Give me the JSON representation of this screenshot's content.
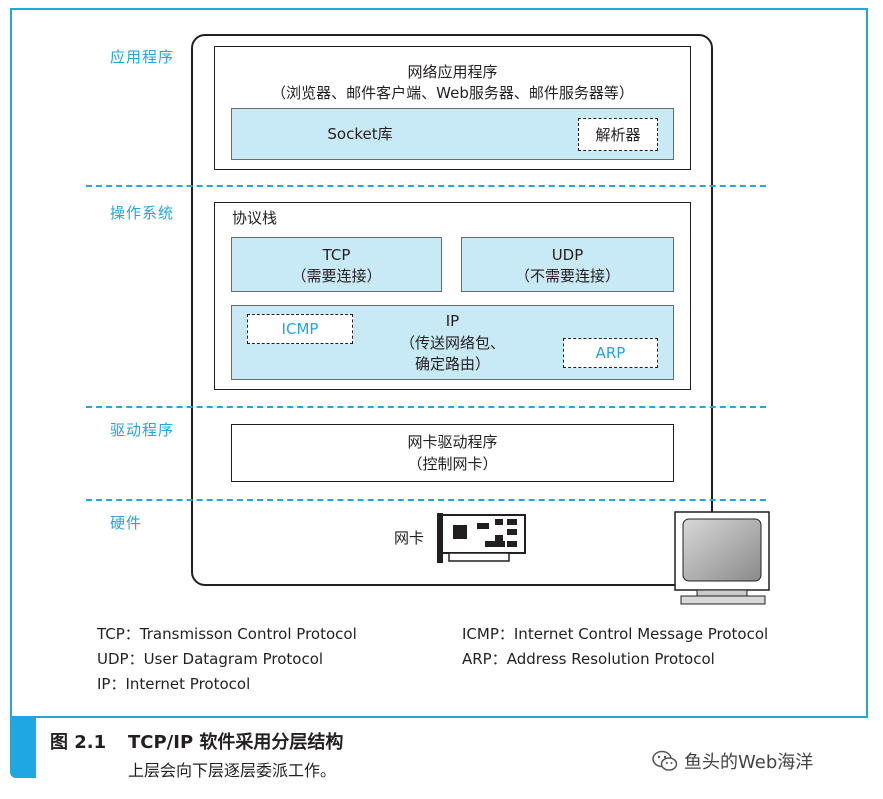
{
  "layers": {
    "application": "应用程序",
    "os": "操作系统",
    "driver": "驱动程序",
    "hardware": "硬件"
  },
  "app_box": {
    "title": "网络应用程序",
    "subtitle": "（浏览器、邮件客户端、Web服务器、邮件服务器等）",
    "socket": "Socket库",
    "resolver": "解析器"
  },
  "stack": {
    "title": "协议栈",
    "tcp": "TCP",
    "tcp_note": "（需要连接）",
    "udp": "UDP",
    "udp_note": "（不需要连接）",
    "ip": "IP",
    "ip_note1": "（传送网络包、",
    "ip_note2": "确定路由）",
    "icmp": "ICMP",
    "arp": "ARP"
  },
  "driver_box": {
    "title": "网卡驱动程序",
    "note": "（控制网卡）"
  },
  "nic_label": "网卡",
  "legend": [
    "TCP：Transmisson Control Protocol",
    "UDP：User Datagram Protocol",
    "IP：Internet Protocol",
    "ICMP：Internet Control Message Protocol",
    "ARP：Address Resolution Protocol"
  ],
  "caption": {
    "label": "图 2.1",
    "title": "TCP/IP 软件采用分层结构",
    "subtitle": "上层会向下层逐层委派工作。"
  },
  "watermark": "鱼头的Web海洋",
  "colors": {
    "accent": "#1ea7e1",
    "fill": "#c8e9f6"
  }
}
